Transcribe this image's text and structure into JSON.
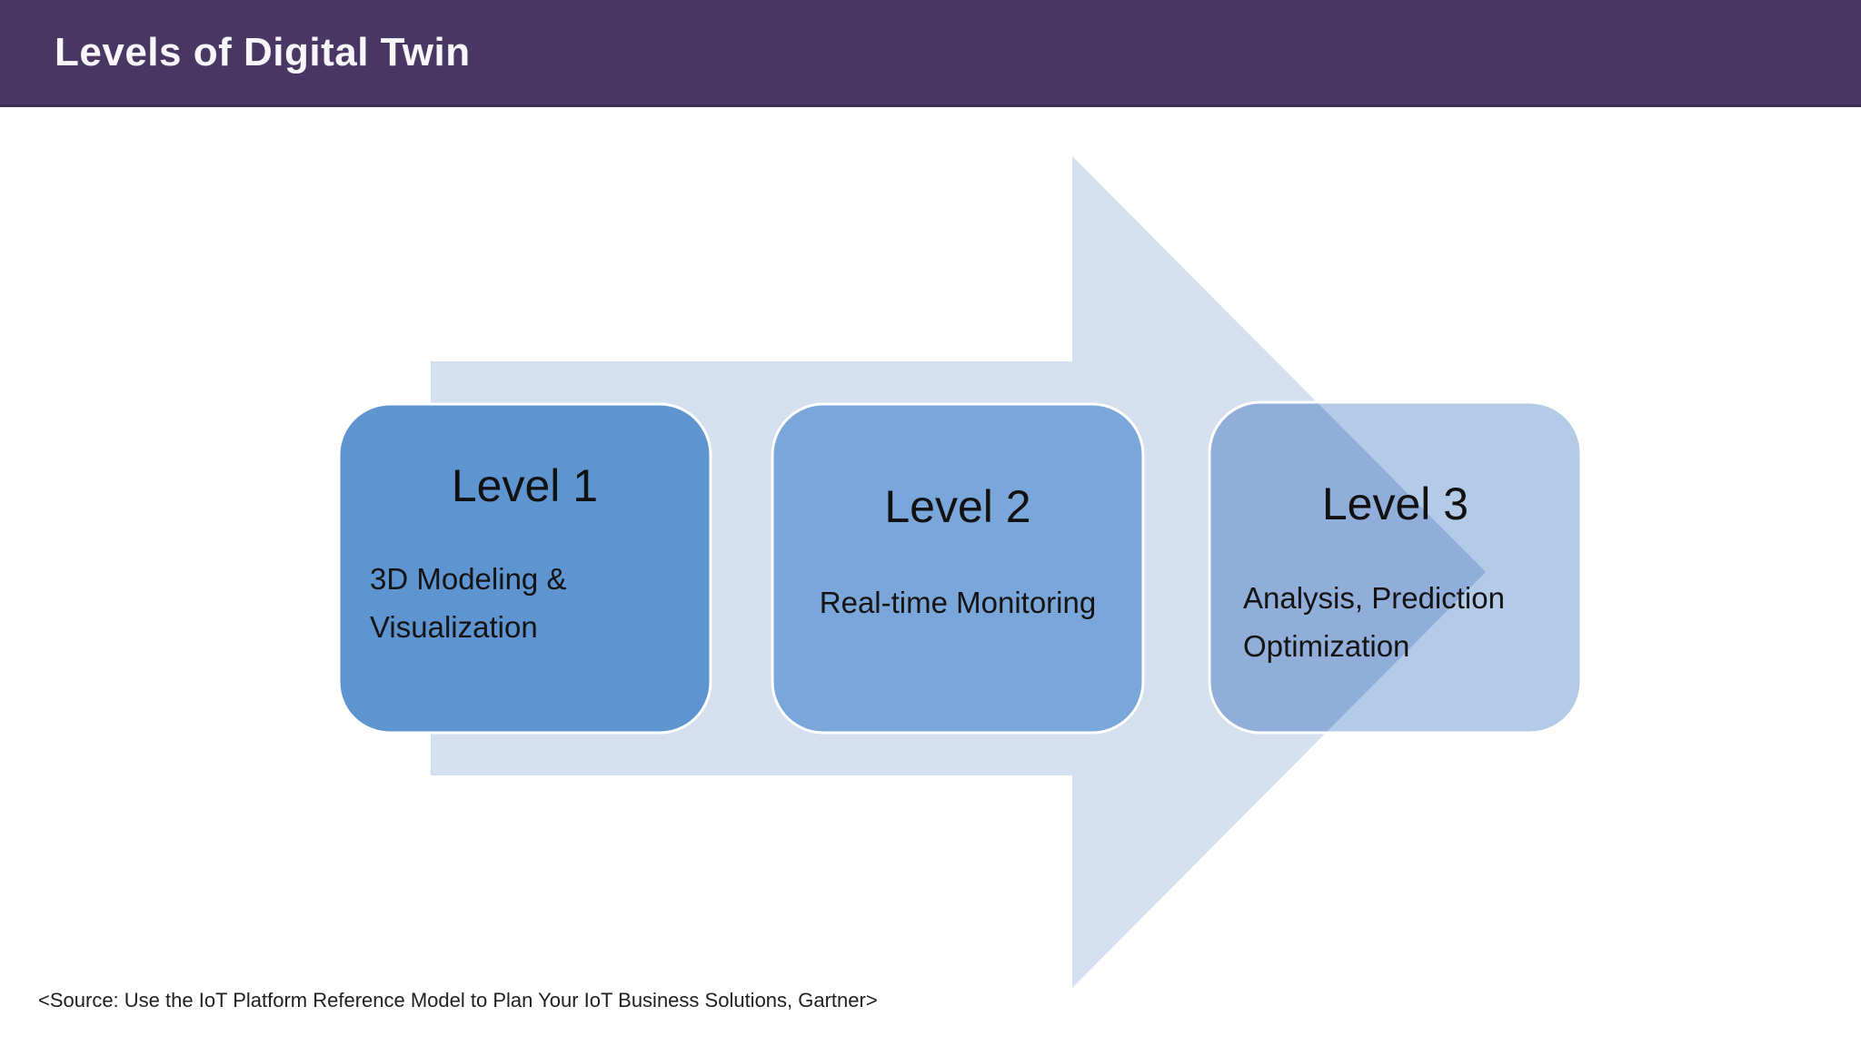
{
  "header": {
    "title": "Levels of Digital Twin",
    "background": "#493763",
    "text_color": "#f8f6fa"
  },
  "diagram": {
    "type": "process-arrow",
    "arrow_color": "#d4dfef",
    "box_stroke_color": "#ffffff",
    "levels": [
      {
        "title": "Level 1",
        "body_line1": "3D Modeling &",
        "body_line2": "Visualization",
        "color": "#5e94d0"
      },
      {
        "title": "Level 2",
        "body_line1": "Real-time Monitoring",
        "body_line2": "",
        "color": "#7aa7d9"
      },
      {
        "title": "Level 3",
        "body_line1": "Analysis, Prediction",
        "body_line2": "Optimization",
        "color": "#b4cbe8",
        "overlay_color": "#91add9"
      }
    ]
  },
  "footer": {
    "source": "<Source: Use the IoT Platform Reference Model to Plan Your IoT Business Solutions, Gartner>"
  }
}
